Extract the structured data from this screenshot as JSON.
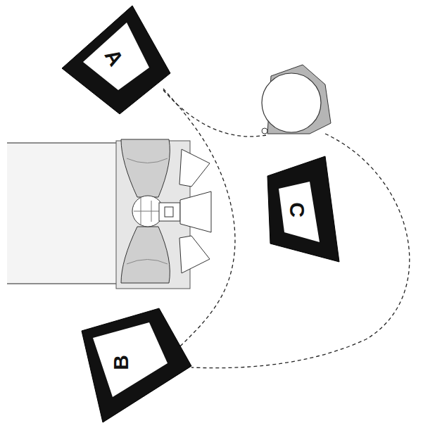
{
  "diagram": {
    "nodes": [
      {
        "text": [
          "A"
        ]
      },
      {
        "text": [
          "C"
        ]
      },
      {
        "text": [
          "B"
        ]
      }
    ],
    "edges": [
      {
        "from": 0,
        "to": 2,
        "arrow": "none"
      }
    ]
  }
}
